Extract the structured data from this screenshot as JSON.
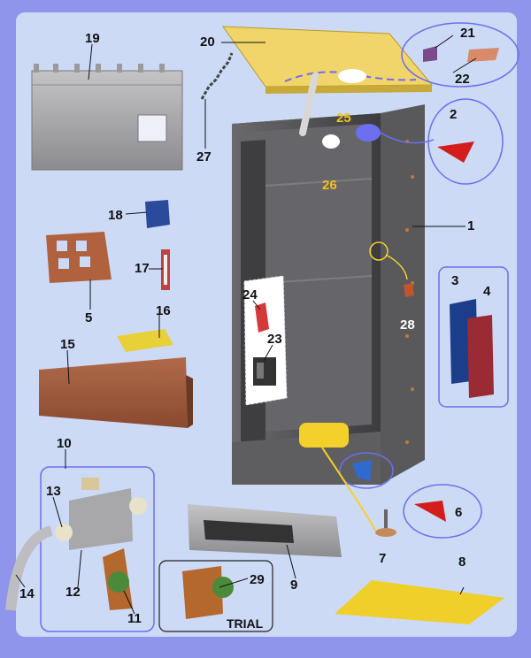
{
  "part_numbers": {
    "p1": "1",
    "p2": "2",
    "p3": "3",
    "p4": "4",
    "p5": "5",
    "p6": "6",
    "p7": "7",
    "p8": "8",
    "p9": "9",
    "p10": "10",
    "p11": "11",
    "p12": "12",
    "p13": "13",
    "p14": "14",
    "p15": "15",
    "p16": "16",
    "p17": "17",
    "p18": "18",
    "p19": "19",
    "p20": "20",
    "p21": "21",
    "p22": "22",
    "p23": "23",
    "p24": "24",
    "p25": "25",
    "p26": "26",
    "p27": "27",
    "p28": "28",
    "p29": "29"
  },
  "watermark": "TRIAL",
  "colors": {
    "outer_bg": "#8f95ea",
    "panel_bg": "#ccdaf6",
    "cabinet": "#5b5b5d",
    "highlight_yellow": "#f4d12a",
    "callout_blue": "#6b6ff0",
    "red_part": "#d41c1c"
  }
}
